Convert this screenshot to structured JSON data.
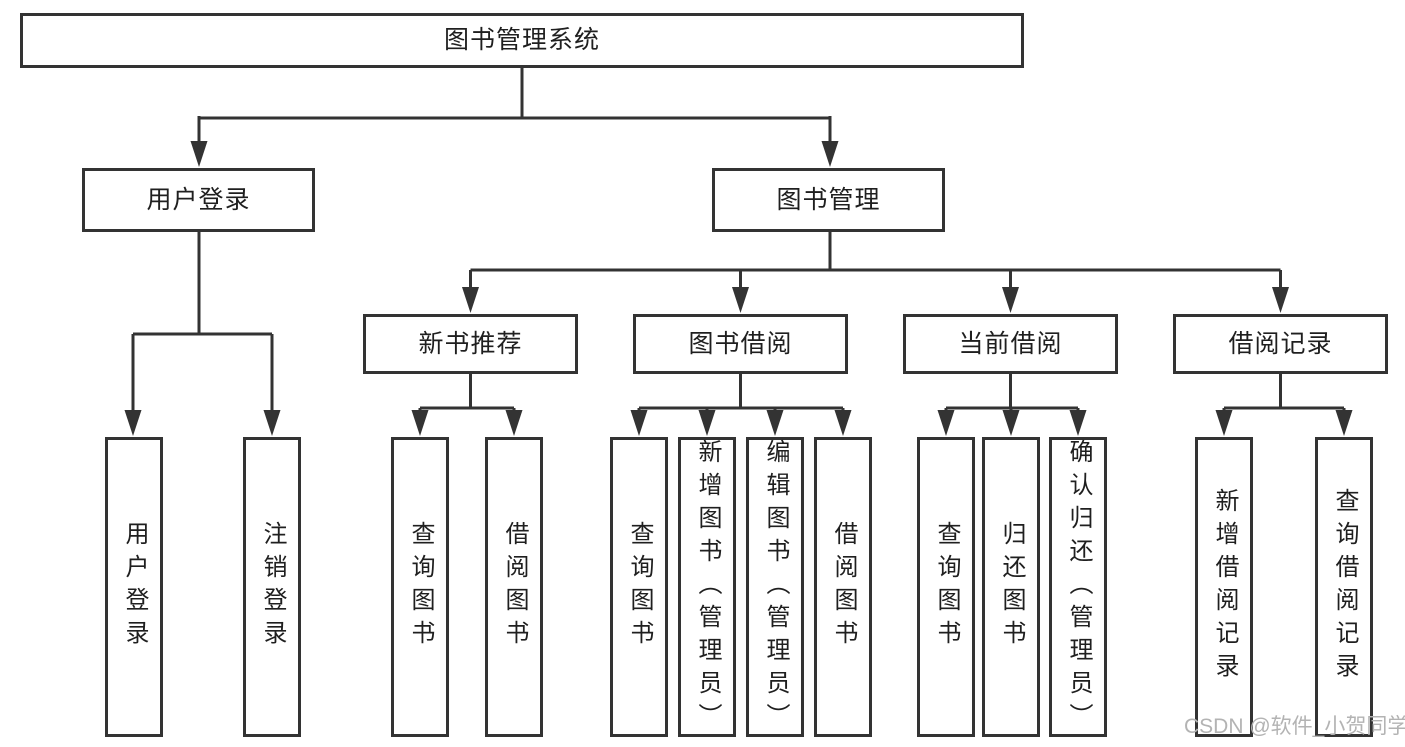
{
  "diagram": {
    "root": {
      "label": "图书管理系统"
    },
    "branches": [
      {
        "label": "用户登录",
        "children": [
          {
            "label": "用户登录"
          },
          {
            "label": "注销登录"
          }
        ]
      },
      {
        "label": "图书管理",
        "groups": [
          {
            "label": "新书推荐",
            "children": [
              {
                "label": "查询图书"
              },
              {
                "label": "借阅图书"
              }
            ]
          },
          {
            "label": "图书借阅",
            "children": [
              {
                "label": "查询图书"
              },
              {
                "label": "新增图书（管理员）"
              },
              {
                "label": "编辑图书（管理员）"
              },
              {
                "label": "借阅图书"
              }
            ]
          },
          {
            "label": "当前借阅",
            "children": [
              {
                "label": "查询图书"
              },
              {
                "label": "归还图书"
              },
              {
                "label": "确认归还（管理员）"
              }
            ]
          },
          {
            "label": "借阅记录",
            "children": [
              {
                "label": "新增借阅记录"
              },
              {
                "label": "查询借阅记录"
              }
            ]
          }
        ]
      }
    ]
  },
  "watermark": {
    "text": "CSDN @软件_小贺同学"
  },
  "colors": {
    "line": "#333333",
    "box_border": "#333333",
    "text": "#1f1f1f",
    "watermark": "#b3b3b3",
    "background": "#ffffff"
  }
}
